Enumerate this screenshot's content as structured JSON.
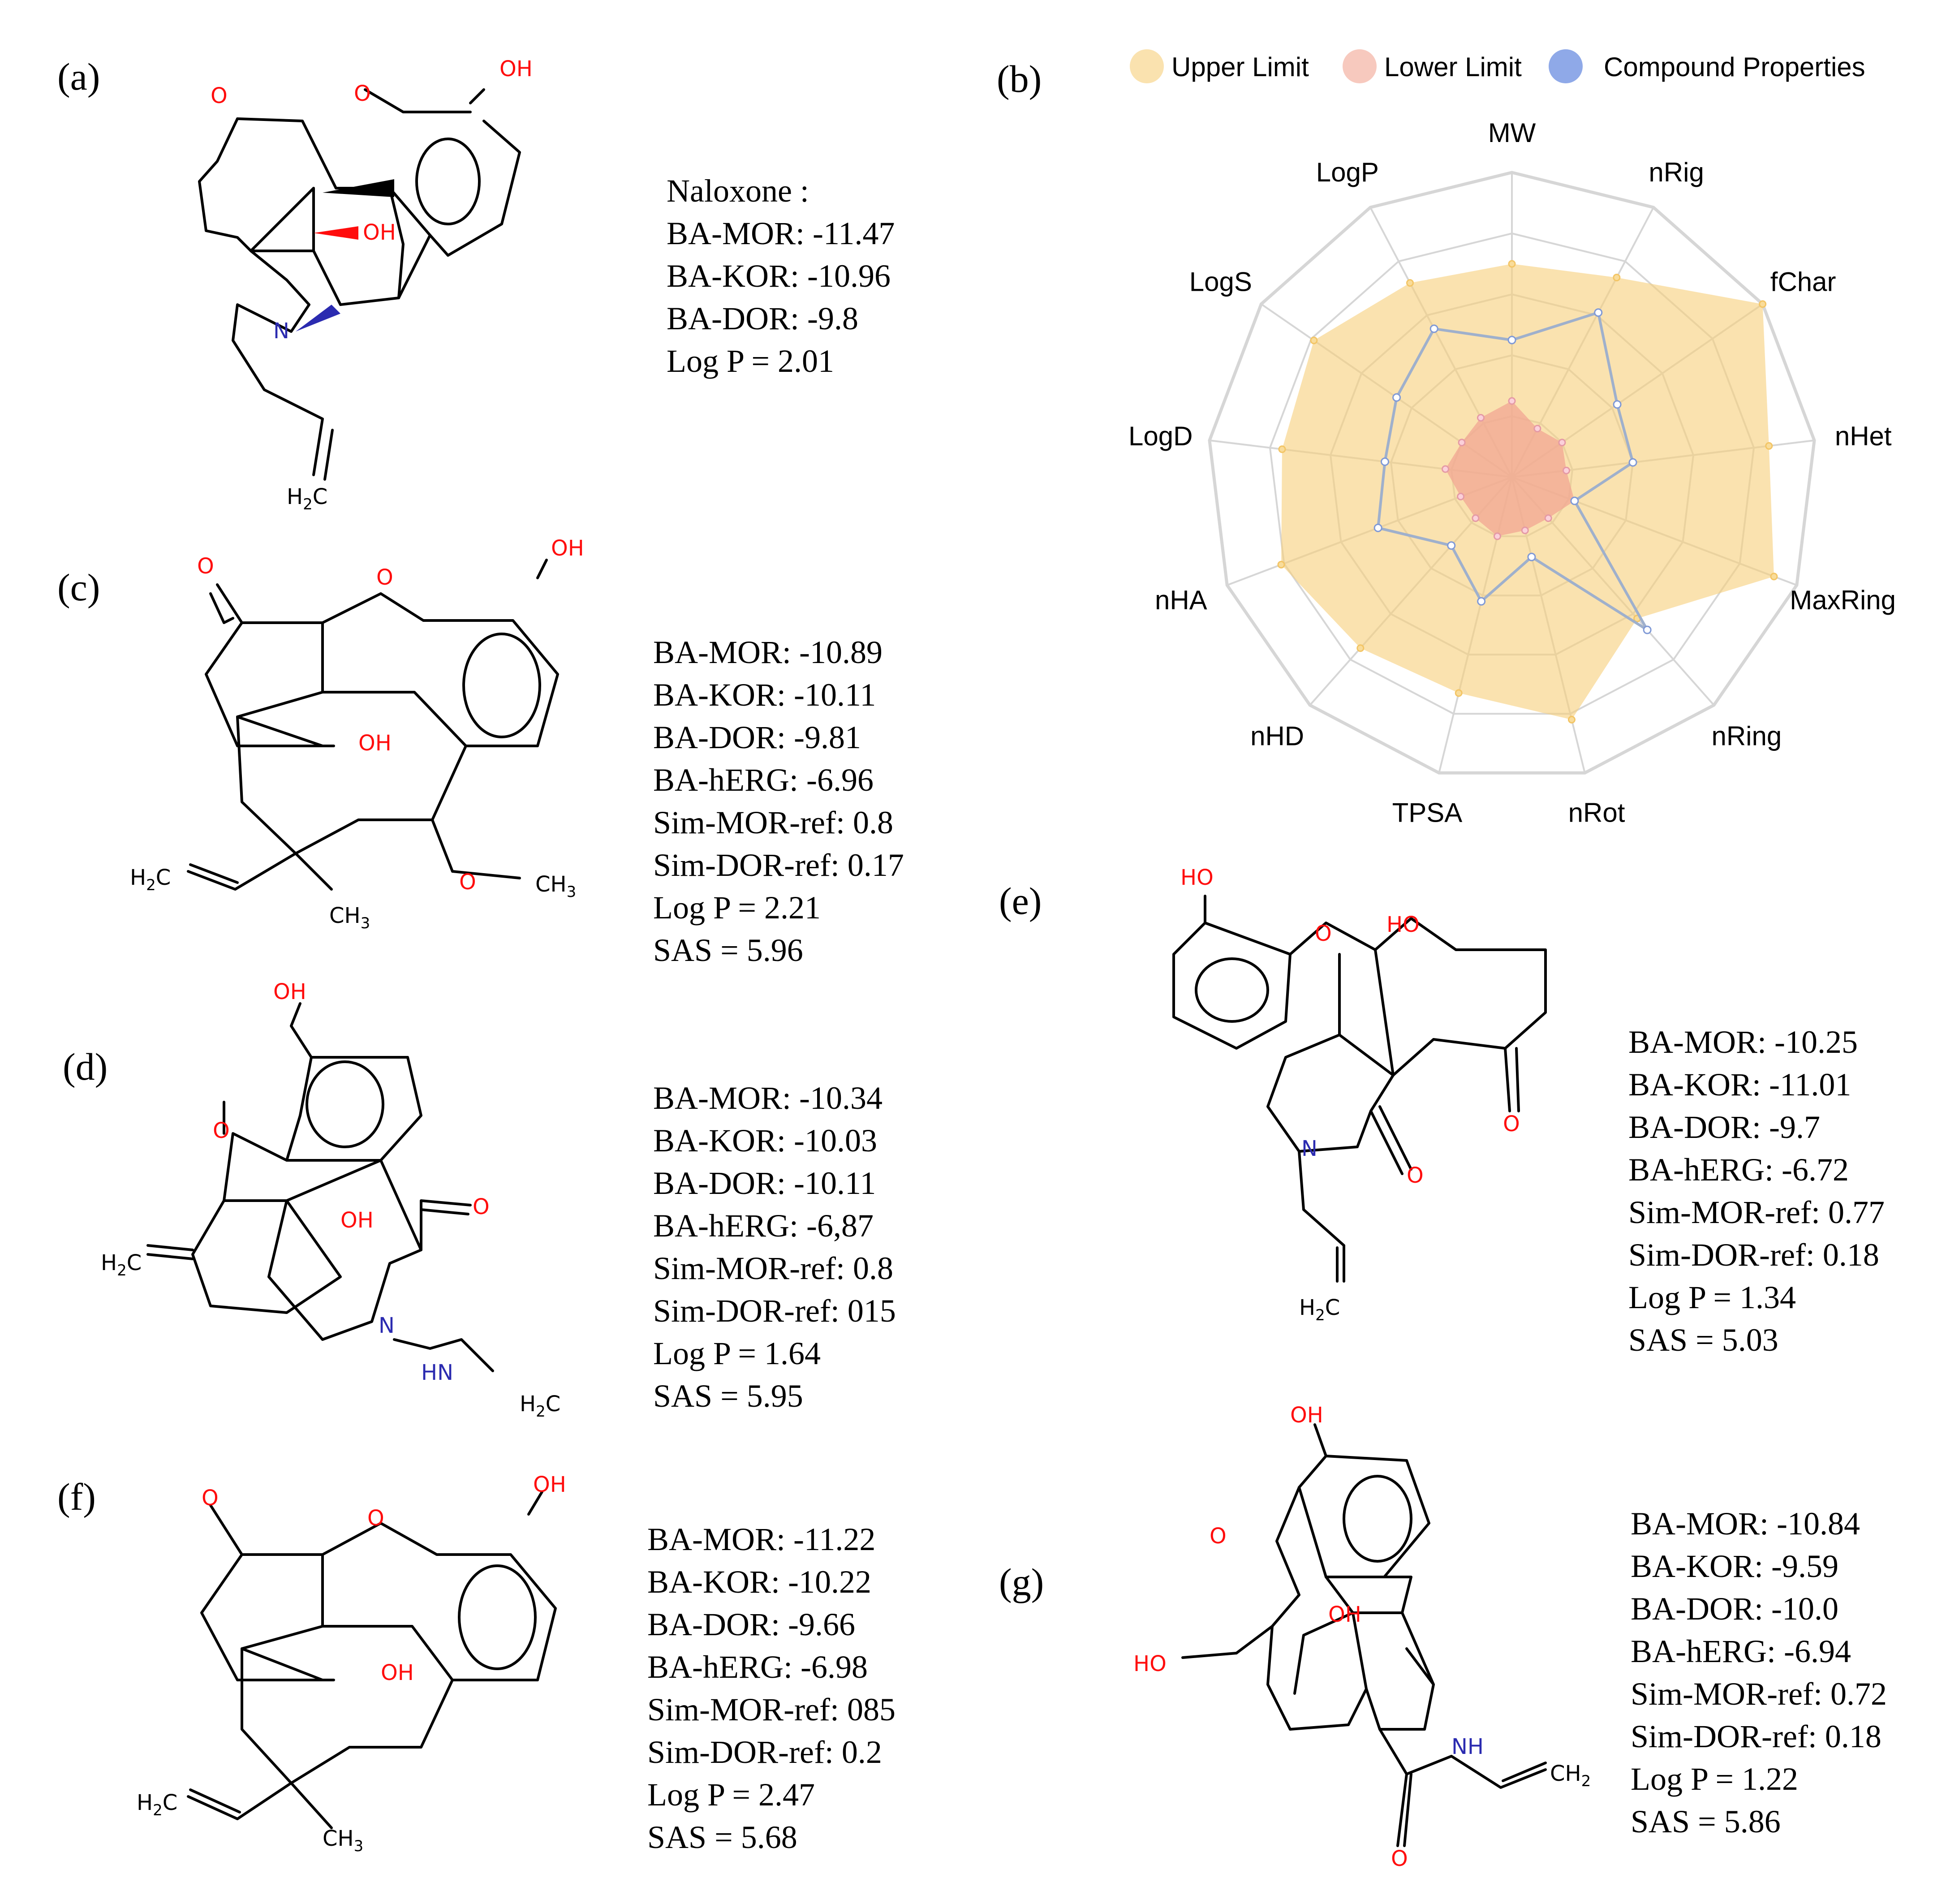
{
  "panels": {
    "a": {
      "label": "(a)",
      "lines": [
        "Naloxone :",
        "BA-MOR: -11.47",
        "BA-KOR: -10.96",
        "BA-DOR: -9.8",
        "Log P = 2.01"
      ]
    },
    "b": {
      "label": "(b)"
    },
    "c": {
      "label": "(c)",
      "lines": [
        "BA-MOR: -10.89",
        "BA-KOR: -10.11",
        "BA-DOR: -9.81",
        "BA-hERG: -6.96",
        "Sim-MOR-ref: 0.8",
        "Sim-DOR-ref: 0.17",
        "Log P = 2.21",
        "SAS = 5.96"
      ]
    },
    "d": {
      "label": "(d)",
      "lines": [
        "BA-MOR: -10.34",
        "BA-KOR: -10.03",
        "BA-DOR: -10.11",
        "BA-hERG: -6,87",
        "Sim-MOR-ref: 0.8",
        "Sim-DOR-ref: 015",
        "Log P = 1.64",
        "SAS = 5.95"
      ]
    },
    "e": {
      "label": "(e)",
      "lines": [
        "BA-MOR: -10.25",
        "BA-KOR: -11.01",
        "BA-DOR: -9.7",
        "BA-hERG: -6.72",
        "Sim-MOR-ref: 0.77",
        "Sim-DOR-ref: 0.18",
        "Log P = 1.34",
        "SAS = 5.03"
      ]
    },
    "f": {
      "label": "(f)",
      "lines": [
        "BA-MOR: -11.22",
        "BA-KOR: -10.22",
        "BA-DOR: -9.66",
        "BA-hERG: -6.98",
        "Sim-MOR-ref: 085",
        "Sim-DOR-ref: 0.2",
        "Log P = 2.47",
        "SAS = 5.68"
      ]
    },
    "g": {
      "label": "(g)",
      "lines": [
        "BA-MOR: -10.84",
        "BA-KOR: -9.59",
        "BA-DOR: -10.0",
        "BA-hERG: -6.94",
        "Sim-MOR-ref: 0.72",
        "Sim-DOR-ref: 0.18",
        "Log P = 1.22",
        "SAS = 5.86"
      ]
    }
  },
  "atom_labels": {
    "O": "O",
    "OH": "OH",
    "HO": "HO",
    "N": "N",
    "NH": "NH",
    "HN": "HN",
    "H2C_main": "H",
    "H2C_sub": "2",
    "H2C_C": "C",
    "CH3_main": "CH",
    "CH3_sub": "3",
    "CH2_main": "CH",
    "CH2_sub": "2"
  },
  "colors": {
    "oxygen": "#ff0d0d",
    "nitrogen": "#2b2bb0",
    "upper": "#f6cf7a",
    "lower": "#f2a593",
    "compound": "#8fa9e8",
    "compound_line": "#9fb0cc",
    "grid": "#d6d6d6"
  },
  "chart_data": {
    "type": "radar",
    "axes": [
      "MW",
      "nRig",
      "fChar",
      "nHet",
      "MaxRing",
      "nRing",
      "nRot",
      "TPSA",
      "nHD",
      "nHA",
      "LogD",
      "LogS",
      "LogP"
    ],
    "legend": {
      "position": "top",
      "items": [
        "Upper Limit",
        "Lower Limit",
        "Compound Properties"
      ]
    },
    "grid_levels": 5,
    "series": [
      {
        "name": "Upper Limit",
        "values": [
          0.7,
          0.74,
          1.0,
          0.85,
          0.92,
          0.62,
          0.82,
          0.73,
          0.75,
          0.81,
          0.76,
          0.79,
          0.72
        ],
        "fill": "upper"
      },
      {
        "name": "Lower Limit",
        "values": [
          0.25,
          0.18,
          0.2,
          0.18,
          0.22,
          0.18,
          0.18,
          0.2,
          0.18,
          0.18,
          0.22,
          0.2,
          0.22
        ],
        "fill": "lower"
      },
      {
        "name": "Compound Properties",
        "values": [
          0.45,
          0.61,
          0.42,
          0.4,
          0.22,
          0.67,
          0.27,
          0.42,
          0.3,
          0.47,
          0.42,
          0.46,
          0.55
        ],
        "fill": "compound"
      }
    ]
  }
}
